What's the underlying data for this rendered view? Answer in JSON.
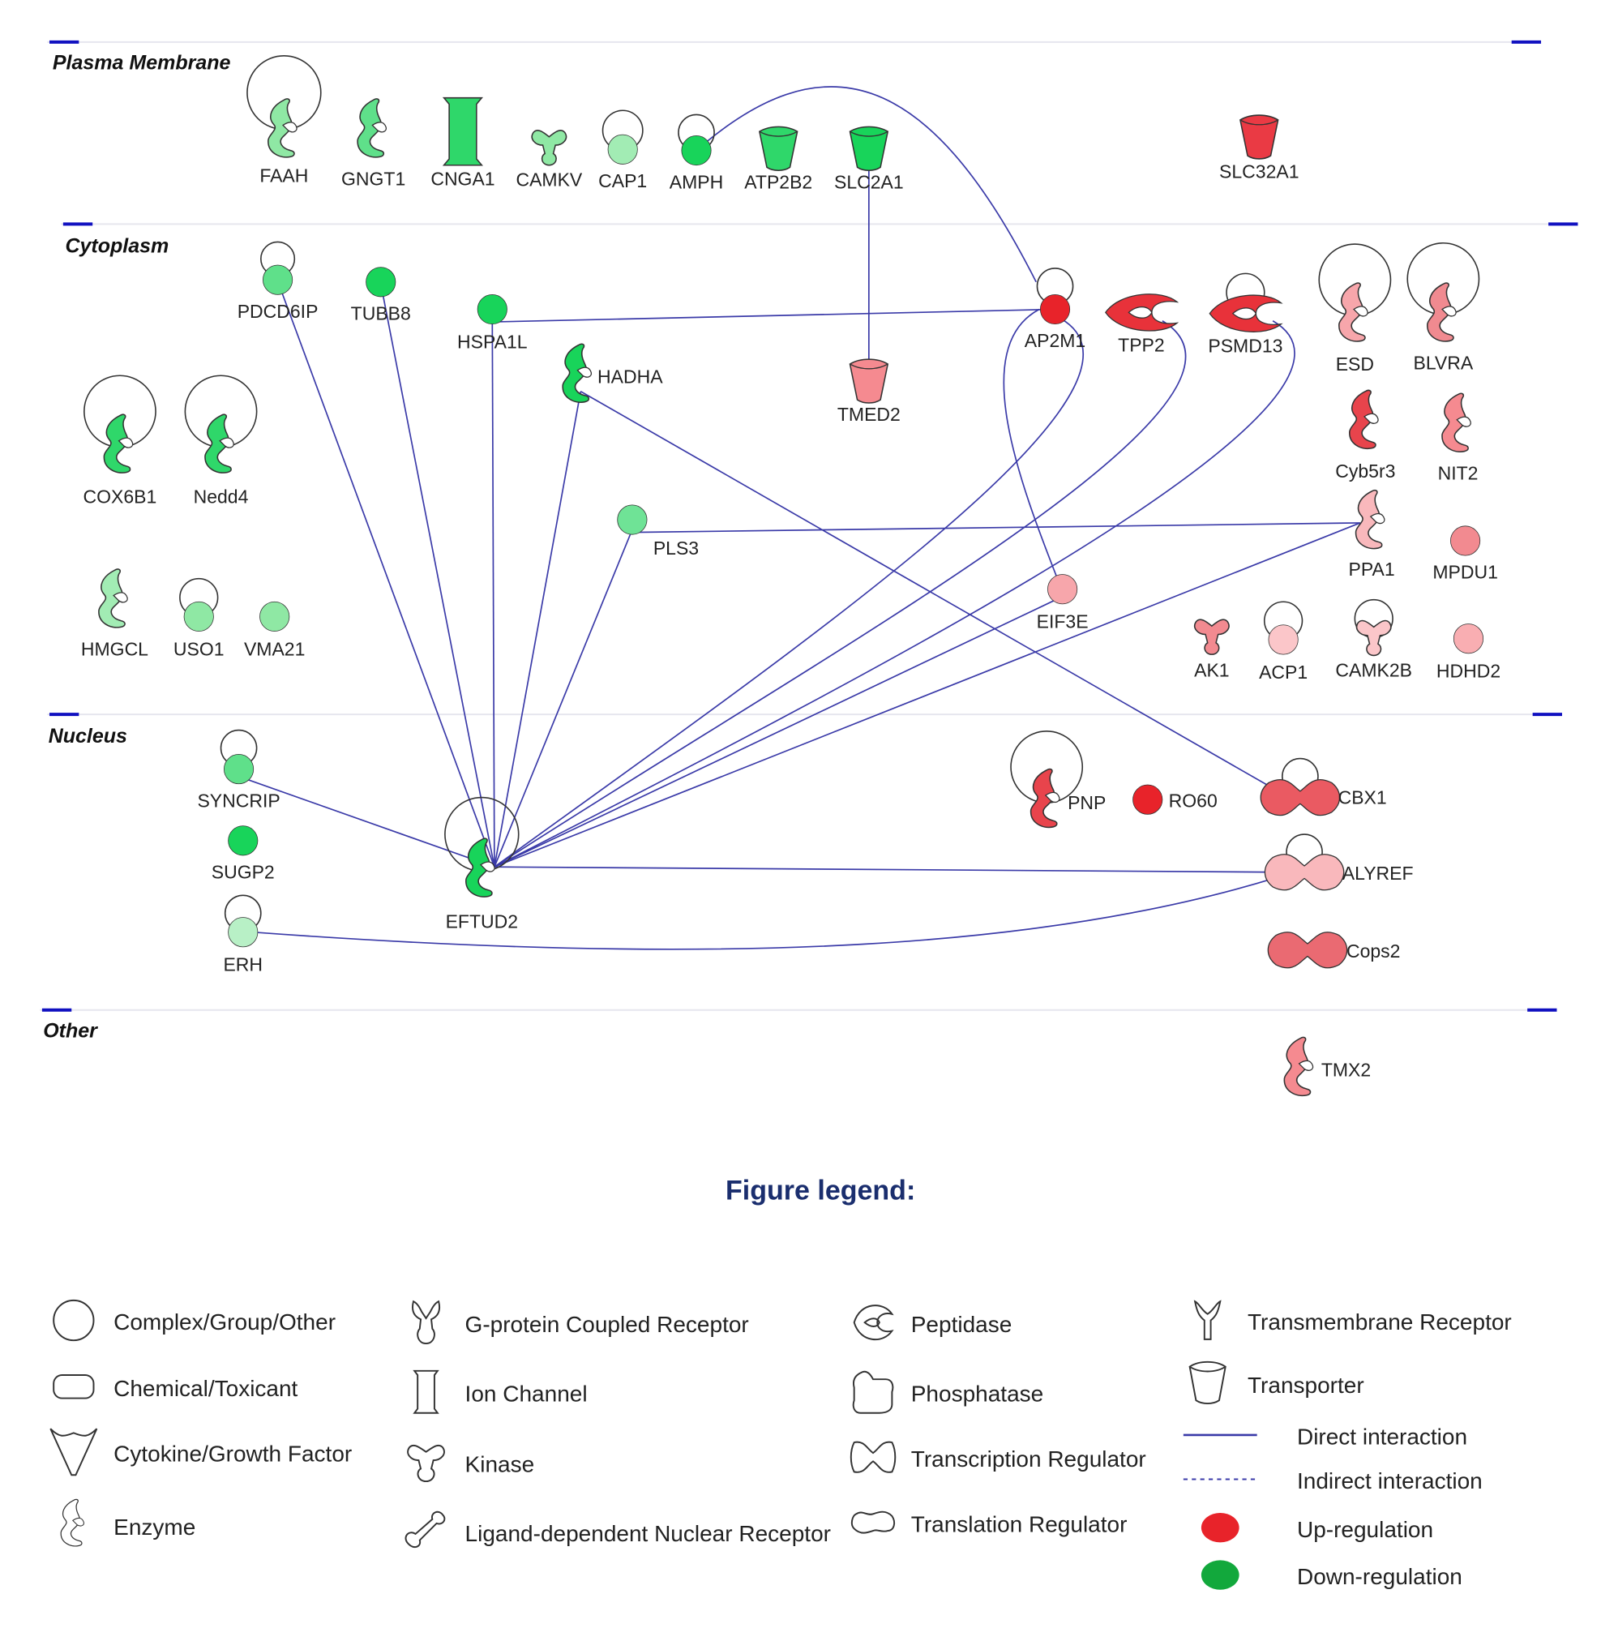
{
  "colors": {
    "up": "#e8232a",
    "down": "#12a83c",
    "edge": "#3a3aa8",
    "divider_tick": "#1010c0"
  },
  "sections": [
    {
      "id": "plasma-membrane",
      "label": "Plasma Membrane"
    },
    {
      "id": "cytoplasm",
      "label": "Cytoplasm"
    },
    {
      "id": "nucleus",
      "label": "Nucleus"
    },
    {
      "id": "other",
      "label": "Other"
    }
  ],
  "nodes": [
    {
      "id": "FAAH",
      "label": "FAAH",
      "type": "enzyme",
      "color": "#8fe8a4",
      "self_loop": true
    },
    {
      "id": "GNGT1",
      "label": "GNGT1",
      "type": "enzyme",
      "color": "#5fe08a"
    },
    {
      "id": "CNGA1",
      "label": "CNGA1",
      "type": "ion-channel",
      "color": "#2fd76a"
    },
    {
      "id": "CAMKV",
      "label": "CAMKV",
      "type": "kinase",
      "color": "#8fe8a4"
    },
    {
      "id": "CAP1",
      "label": "CAP1",
      "type": "other",
      "color": "#a2ecb4",
      "self_loop": true
    },
    {
      "id": "AMPH",
      "label": "AMPH",
      "type": "other",
      "color": "#18d45a",
      "self_loop": true
    },
    {
      "id": "ATP2B2",
      "label": "ATP2B2",
      "type": "transporter",
      "color": "#2fd76a"
    },
    {
      "id": "SLC2A1",
      "label": "SLC2A1",
      "type": "transporter",
      "color": "#18d45a"
    },
    {
      "id": "SLC32A1",
      "label": "SLC32A1",
      "type": "transporter",
      "color": "#ea3a44"
    },
    {
      "id": "PDCD6IP",
      "label": "PDCD6IP",
      "type": "other",
      "color": "#5fe08a",
      "self_loop": true
    },
    {
      "id": "TUBB8",
      "label": "TUBB8",
      "type": "other",
      "color": "#18d45a"
    },
    {
      "id": "HSPA1L",
      "label": "HSPA1L",
      "type": "other",
      "color": "#18d45a"
    },
    {
      "id": "HADHA",
      "label": "HADHA",
      "type": "enzyme",
      "color": "#18d45a"
    },
    {
      "id": "TMED2",
      "label": "TMED2",
      "type": "transporter",
      "color": "#f58a90"
    },
    {
      "id": "AP2M1",
      "label": "AP2M1",
      "type": "other",
      "color": "#e8232a",
      "self_loop": true
    },
    {
      "id": "TPP2",
      "label": "TPP2",
      "type": "peptidase",
      "color": "#e8323a"
    },
    {
      "id": "PSMD13",
      "label": "PSMD13",
      "type": "peptidase",
      "color": "#e8323a",
      "self_loop": true
    },
    {
      "id": "ESD",
      "label": "ESD",
      "type": "enzyme",
      "color": "#f7a6ab",
      "self_loop": true
    },
    {
      "id": "BLVRA",
      "label": "BLVRA",
      "type": "enzyme",
      "color": "#f08a90",
      "self_loop": true
    },
    {
      "id": "COX6B1",
      "label": "COX6B1",
      "type": "enzyme",
      "color": "#2fd76a",
      "self_loop": true
    },
    {
      "id": "Nedd4",
      "label": "Nedd4",
      "type": "enzyme",
      "color": "#2fd76a",
      "self_loop": true
    },
    {
      "id": "Cyb5r3",
      "label": "Cyb5r3",
      "type": "enzyme",
      "color": "#e8444c"
    },
    {
      "id": "NIT2",
      "label": "NIT2",
      "type": "enzyme",
      "color": "#f58a90"
    },
    {
      "id": "PLS3",
      "label": "PLS3",
      "type": "other",
      "color": "#6fe396"
    },
    {
      "id": "PPA1",
      "label": "PPA1",
      "type": "enzyme",
      "color": "#f9b8bc"
    },
    {
      "id": "MPDU1",
      "label": "MPDU1",
      "type": "other",
      "color": "#f28a90"
    },
    {
      "id": "EIF3E",
      "label": "EIF3E",
      "type": "other",
      "color": "#f7a6ab"
    },
    {
      "id": "HMGCL",
      "label": "HMGCL",
      "type": "enzyme",
      "color": "#a2ecb4"
    },
    {
      "id": "USO1",
      "label": "USO1",
      "type": "other",
      "color": "#8fe8a4",
      "self_loop": true
    },
    {
      "id": "VMA21",
      "label": "VMA21",
      "type": "other",
      "color": "#8fe8a4"
    },
    {
      "id": "AK1",
      "label": "AK1",
      "type": "kinase",
      "color": "#f28a90"
    },
    {
      "id": "ACP1",
      "label": "ACP1",
      "type": "other",
      "color": "#fbc6c9",
      "self_loop": true
    },
    {
      "id": "CAMK2B",
      "label": "CAMK2B",
      "type": "kinase",
      "color": "#fbc6c9",
      "self_loop": true
    },
    {
      "id": "HDHD2",
      "label": "HDHD2",
      "type": "other",
      "color": "#f9aeb2"
    },
    {
      "id": "SYNCRIP",
      "label": "SYNCRIP",
      "type": "other",
      "color": "#5fe08a",
      "self_loop": true
    },
    {
      "id": "SUGP2",
      "label": "SUGP2",
      "type": "other",
      "color": "#18d45a"
    },
    {
      "id": "ERH",
      "label": "ERH",
      "type": "other",
      "color": "#b8f0c6",
      "self_loop": true
    },
    {
      "id": "EFTUD2",
      "label": "EFTUD2",
      "type": "enzyme",
      "color": "#18d45a",
      "self_loop": true
    },
    {
      "id": "PNP",
      "label": "PNP",
      "type": "enzyme",
      "color": "#e8444c",
      "self_loop": true
    },
    {
      "id": "RO60",
      "label": "RO60",
      "type": "other",
      "color": "#e8232a"
    },
    {
      "id": "CBX1",
      "label": "CBX1",
      "type": "transcription-regulator",
      "color": "#ea5a62",
      "self_loop": true
    },
    {
      "id": "ALYREF",
      "label": "ALYREF",
      "type": "transcription-regulator",
      "color": "#f9b8bc",
      "self_loop": true
    },
    {
      "id": "Cops2",
      "label": "Cops2",
      "type": "transcription-regulator",
      "color": "#ea6a72"
    },
    {
      "id": "TMX2",
      "label": "TMX2",
      "type": "enzyme",
      "color": "#f58a90"
    }
  ],
  "edges": [
    {
      "source": "AMPH",
      "target": "AP2M1"
    },
    {
      "source": "SLC2A1",
      "target": "TMED2"
    },
    {
      "source": "HSPA1L",
      "target": "AP2M1"
    },
    {
      "source": "AP2M1",
      "target": "EIF3E"
    },
    {
      "source": "PLS3",
      "target": "PPA1"
    },
    {
      "source": "HADHA",
      "target": "CBX1"
    },
    {
      "source": "EFTUD2",
      "target": "PDCD6IP"
    },
    {
      "source": "EFTUD2",
      "target": "TUBB8"
    },
    {
      "source": "EFTUD2",
      "target": "HSPA1L"
    },
    {
      "source": "EFTUD2",
      "target": "HADHA"
    },
    {
      "source": "EFTUD2",
      "target": "PLS3"
    },
    {
      "source": "EFTUD2",
      "target": "AP2M1"
    },
    {
      "source": "EFTUD2",
      "target": "TPP2"
    },
    {
      "source": "EFTUD2",
      "target": "PSMD13"
    },
    {
      "source": "EFTUD2",
      "target": "EIF3E"
    },
    {
      "source": "EFTUD2",
      "target": "PPA1"
    },
    {
      "source": "EFTUD2",
      "target": "SYNCRIP"
    },
    {
      "source": "EFTUD2",
      "target": "ALYREF"
    },
    {
      "source": "ERH",
      "target": "ALYREF"
    }
  ],
  "legend": {
    "title": "Figure legend:",
    "items": [
      {
        "symbol": "complex",
        "label": "Complex/Group/Other"
      },
      {
        "symbol": "chemical",
        "label": "Chemical/Toxicant"
      },
      {
        "symbol": "cytokine",
        "label": "Cytokine/Growth Factor"
      },
      {
        "symbol": "enzyme",
        "label": "Enzyme"
      },
      {
        "symbol": "gpcr",
        "label": "G-protein Coupled Receptor"
      },
      {
        "symbol": "ion-channel",
        "label": "Ion Channel"
      },
      {
        "symbol": "kinase",
        "label": "Kinase"
      },
      {
        "symbol": "nuclear-receptor",
        "label": "Ligand-dependent Nuclear Receptor"
      },
      {
        "symbol": "peptidase",
        "label": "Peptidase"
      },
      {
        "symbol": "phosphatase",
        "label": "Phosphatase"
      },
      {
        "symbol": "transcription-regulator",
        "label": "Transcription Regulator"
      },
      {
        "symbol": "translation-regulator",
        "label": "Translation Regulator"
      },
      {
        "symbol": "transmembrane-receptor",
        "label": "Transmembrane Receptor"
      },
      {
        "symbol": "transporter",
        "label": "Transporter"
      },
      {
        "symbol": "direct-line",
        "label": "Direct interaction"
      },
      {
        "symbol": "indirect-line",
        "label": "Indirect interaction"
      },
      {
        "symbol": "up-dot",
        "label": "Up-regulation"
      },
      {
        "symbol": "down-dot",
        "label": "Down-regulation"
      }
    ]
  }
}
